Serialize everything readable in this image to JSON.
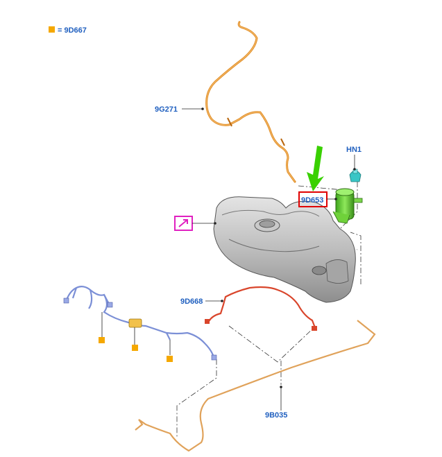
{
  "legend": {
    "label": "= 9D667",
    "color": "#f5a800"
  },
  "callouts": {
    "hose_9g271": "9G271",
    "clip_hn1": "HN1",
    "canister_9d653": "9D653",
    "hose_9d668": "9D668",
    "pipe_9b035": "9B035"
  },
  "colors": {
    "callout_text": "#1f5fbf",
    "highlight_box": "#e00000",
    "arrow": "#39d000",
    "canister": "#6fd13a",
    "orange_hose": "#e08a1e",
    "red_hose": "#d9452b",
    "blue_harness": "#7b8fd6",
    "tan_pipe": "#e0a25a",
    "clip": "#39c6c6",
    "magenta_box": "#e020c0",
    "tank": "#b8b8b8"
  },
  "icons": {
    "legend_marker": "orange-square-icon",
    "link": "magenta-arrow-link-icon"
  }
}
